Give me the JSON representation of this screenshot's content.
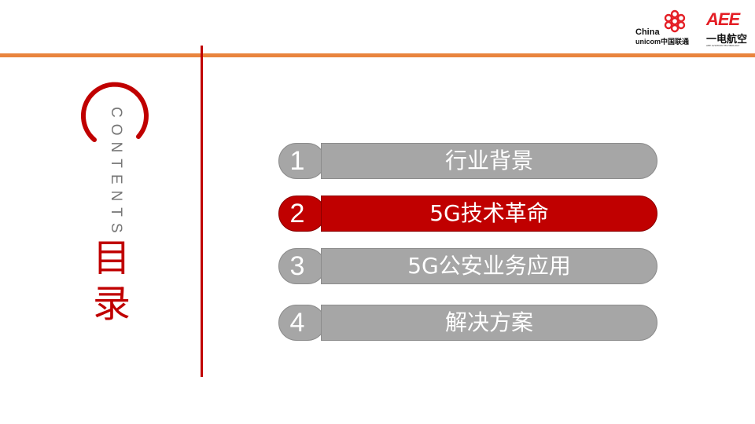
{
  "header": {
    "unicom_logo": {
      "line1": "China",
      "line2": "unicom中国联通",
      "icon": "unicom-knot-icon",
      "color": "#e41e25"
    },
    "aee_logo": {
      "mark": "AEE",
      "chinese": "一电航空",
      "english": "AEE AVIATION TECHNOLOGY",
      "color": "#e41e25"
    },
    "bar_color": "#e9843e"
  },
  "title_block": {
    "contents_label": "CONTENTS",
    "heading_char1": "目",
    "heading_char2": "录",
    "accent_color": "#c00000"
  },
  "agenda": {
    "items": [
      {
        "num": "1",
        "label": "行业背景",
        "active": false
      },
      {
        "num": "2",
        "label": "5G技术革命",
        "active": true
      },
      {
        "num": "3",
        "label": "5G公安业务应用",
        "active": false
      },
      {
        "num": "4",
        "label": "解决方案",
        "active": false
      }
    ],
    "inactive_color": "#a6a6a6",
    "active_color": "#c00000"
  }
}
